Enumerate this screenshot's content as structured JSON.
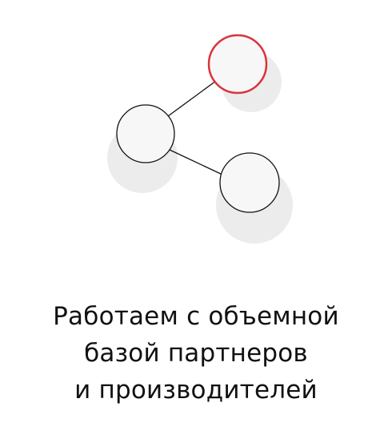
{
  "caption": {
    "lines": [
      "Работаем с объемной",
      "базой партнеров",
      "и производителей"
    ]
  },
  "colors": {
    "background": "#ffffff",
    "text": "#111111",
    "node_stroke": "#111111",
    "accent_stroke": "#d9343a",
    "node_fill": "#f7f7f7",
    "node_shadow": "#ececec"
  },
  "icon": {
    "name": "network-share-icon"
  }
}
